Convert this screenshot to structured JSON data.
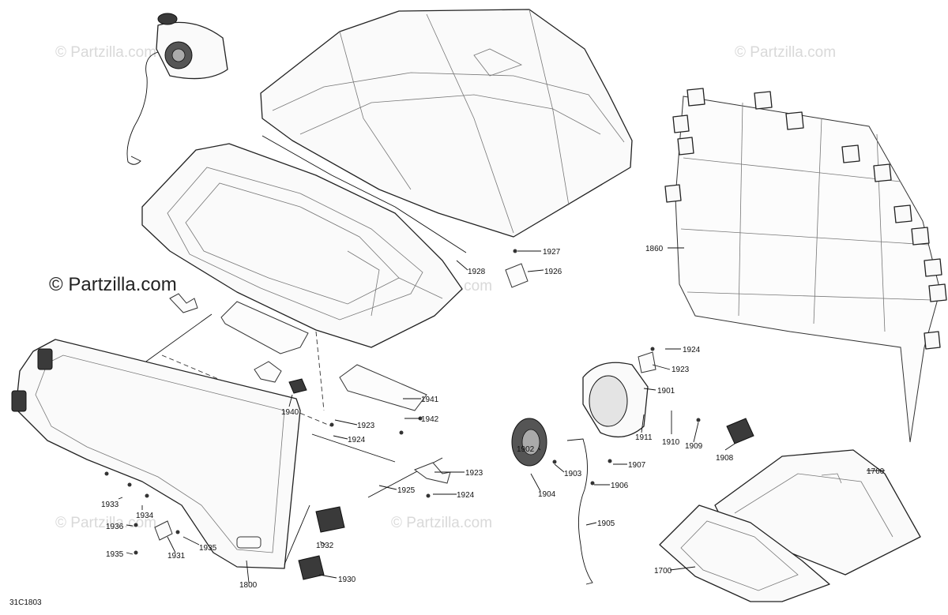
{
  "diagram_code": "31C1803",
  "copyright_text": "© Partzilla.com",
  "watermark_text": "© Partzilla.com",
  "parts": {
    "p1700": "1700",
    "p1760": "1760",
    "p1800": "1800",
    "p1860": "1860",
    "p1901": "1901",
    "p1902": "1902",
    "p1903": "1903",
    "p1904": "1904",
    "p1905": "1905",
    "p1906": "1906",
    "p1907": "1907",
    "p1908": "1908",
    "p1909": "1909",
    "p1910": "1910",
    "p1911": "1911",
    "p1923": "1923",
    "p1924": "1924",
    "p1925": "1925",
    "p1926": "1926",
    "p1927": "1927",
    "p1928": "1928",
    "p1930": "1930",
    "p1931": "1931",
    "p1932": "1932",
    "p1933": "1933",
    "p1934": "1934",
    "p1935": "1935",
    "p1936": "1936",
    "p1940": "1940",
    "p1941": "1941",
    "p1942": "1942"
  }
}
